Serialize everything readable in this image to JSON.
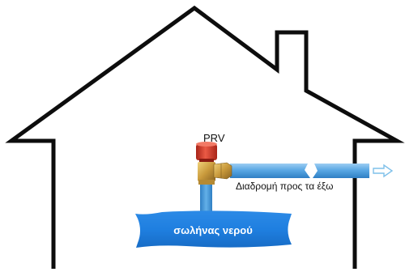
{
  "labels": {
    "valve": "PRV",
    "discharge_route": "Διαδρομή προς τα έξω",
    "water_pipe": "σωλήνας νερού"
  },
  "colors": {
    "house_outline": "#0d0d0d",
    "pipe_fill": "#4f9fe0",
    "pipe_highlight": "#a9d4f5",
    "valve_cap": "#d53a2b",
    "valve_body": "#c9a046",
    "arrow": "#7fc0ea"
  },
  "icons": {
    "valve": "pressure-relief-valve-icon",
    "arrow": "arrow-right-icon"
  }
}
